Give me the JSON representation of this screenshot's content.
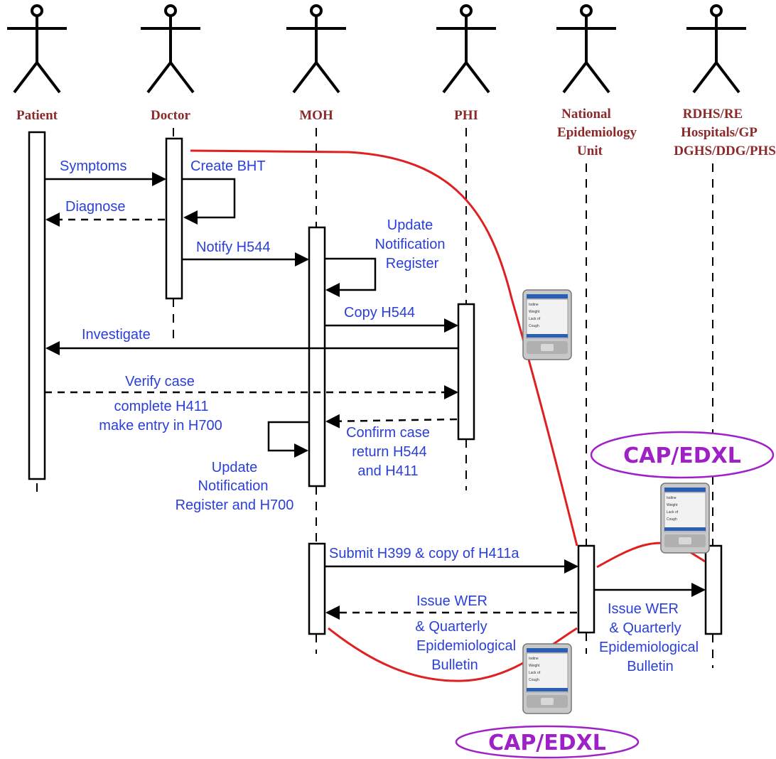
{
  "actors": [
    {
      "id": "patient",
      "label_lines": [
        "Patient"
      ]
    },
    {
      "id": "doctor",
      "label_lines": [
        "Doctor"
      ]
    },
    {
      "id": "moh",
      "label_lines": [
        "MOH"
      ]
    },
    {
      "id": "phi",
      "label_lines": [
        "PHI"
      ]
    },
    {
      "id": "neu",
      "label_lines": [
        "National",
        "Epidemiology",
        "Unit"
      ]
    },
    {
      "id": "rdhs",
      "label_lines": [
        "RDHS/RE",
        "Hospitals/GP",
        "DGHS/DDG/PHS"
      ]
    }
  ],
  "messages": {
    "symptoms": "Symptoms",
    "create_bht": "Create BHT",
    "diagnose": "Diagnose",
    "notify_h544": "Notify H544",
    "update_reg": [
      "Update",
      "Notification",
      "Register"
    ],
    "copy_h544": "Copy H544",
    "investigate": "Investigate",
    "verify_case": [
      "Verify case",
      "complete H411",
      "make entry in H700"
    ],
    "confirm_case": [
      "Confirm case",
      "return H544",
      "and H411"
    ],
    "update_reg_h700": [
      "Update",
      "Notification",
      "Register and H700"
    ],
    "submit_h399": "Submit H399 & copy of H411a",
    "issue_wer_moh": [
      "Issue WER",
      "& Quarterly",
      "Epidemiological",
      "Bulletin"
    ],
    "issue_wer_rdhs": [
      "Issue WER",
      "& Quarterly",
      "Epidemiological",
      "Bulletin"
    ]
  },
  "badges": {
    "top": "CAP/EDXL",
    "bottom": "CAP/EDXL"
  },
  "devices": [
    {
      "id": "device-top",
      "screen_rows": [
        "Iodine",
        "Weight",
        "Lack of",
        "Cough"
      ]
    },
    {
      "id": "device-middle",
      "screen_rows": [
        "Iodine",
        "Weight",
        "Lack of",
        "Cough"
      ]
    },
    {
      "id": "device-bottom",
      "screen_rows": [
        "Iodine",
        "Weight",
        "Lack of",
        "Cough"
      ]
    }
  ],
  "colors": {
    "actor_label": "#8a2a2a",
    "message_text": "#2a3fd8",
    "flow_line": "#e02020",
    "badge": "#a020c8",
    "diagram_line": "#000000"
  }
}
